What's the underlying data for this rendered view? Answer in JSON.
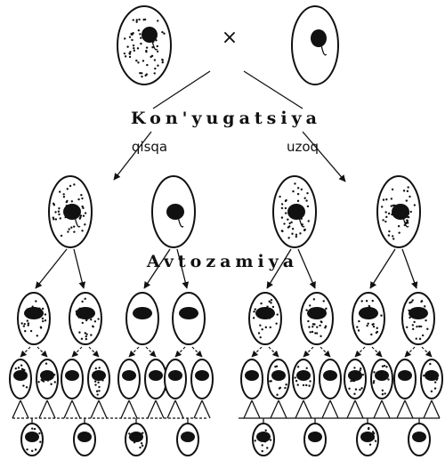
{
  "labels": {
    "cross_symbol": "×",
    "conjugation": "Kon'yugatsiya",
    "short": "qisqa",
    "long": "uzoq",
    "autogamy": "Avtozamiya"
  }
}
